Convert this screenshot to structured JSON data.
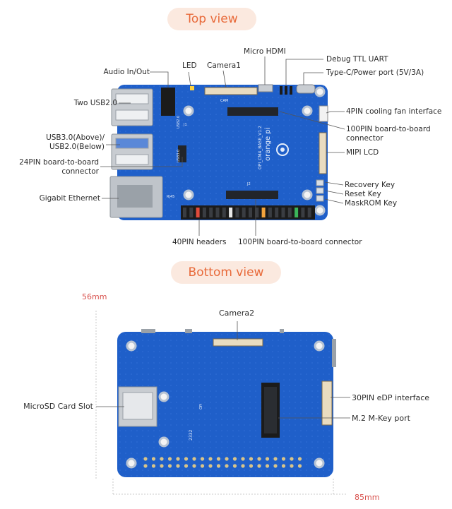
{
  "top_view": {
    "heading": "Top view",
    "labels": {
      "micro_hdmi": "Micro HDMI",
      "debug_uart": "Debug TTL UART",
      "audio": "Audio In/Out",
      "led": "LED",
      "camera1": "Camera1",
      "type_c": "Type-C/Power port (5V/3A)",
      "two_usb": "Two USB2.0",
      "fan": "4PIN cooling fan interface",
      "b2b_100_right": "100PIN board-to-board connector",
      "usb3": "USB3.0(Above)/ USB2.0(Below)",
      "mipi_lcd": "MIPI LCD",
      "b2b_24": "24PIN board-to-board connector",
      "recovery": "Recovery Key",
      "reset": "Reset Key",
      "ethernet": "Gigabit Ethernet",
      "maskrom": "MaskROM Key",
      "pin40": "40PIN headers",
      "b2b_100_bottom": "100PIN board-to-board connector"
    },
    "board_text": {
      "brand": "orange pi",
      "model": "OPI_CM4_BASE_V1.2",
      "usb20": "USB2.0",
      "usb30": "USB3.0",
      "rj45": "RJ45",
      "cam": "CAM",
      "j1": "J1",
      "j2": "J2"
    }
  },
  "bottom_view": {
    "heading": "Bottom view",
    "labels": {
      "camera2": "Camera2",
      "microsd": "MicroSD Card Slot",
      "edp": "30PIN eDP interface",
      "m2": "M.2 M-Key port"
    },
    "dimensions": {
      "height": "56mm",
      "width": "85mm"
    },
    "board_text": {
      "year": "2332"
    }
  },
  "colors": {
    "pill_bg": "#fbe9df",
    "pill_text": "#e86a3a",
    "pcb_blue": "#1f5fc9",
    "pcb_dark": "#1a4eaa",
    "dimension": "#d9534f"
  }
}
